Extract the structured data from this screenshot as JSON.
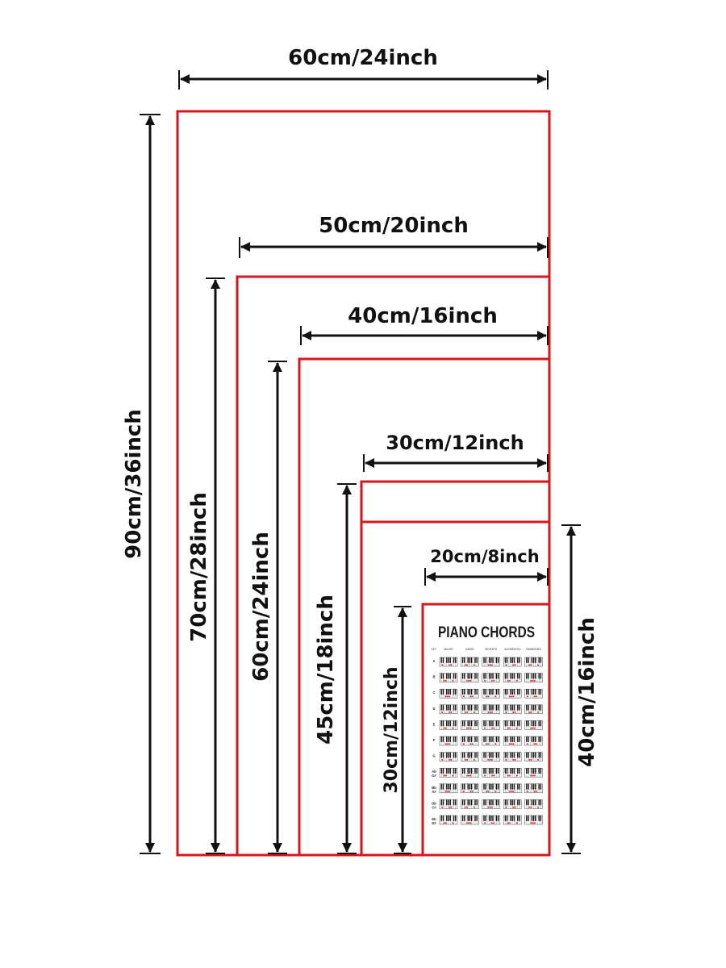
{
  "sizes": [
    {
      "id": "s90x60",
      "width_label": "60cm/24inch",
      "height_label": "90cm/36inch"
    },
    {
      "id": "s70x50",
      "width_label": "50cm/20inch",
      "height_label": "70cm/28inch"
    },
    {
      "id": "s60x40",
      "width_label": "40cm/16inch",
      "height_label": "60cm/24inch"
    },
    {
      "id": "s45x30",
      "width_label": "30cm/12inch",
      "height_label": "45cm/18inch"
    },
    {
      "id": "s40x30",
      "height_label": "40cm/16inch"
    },
    {
      "id": "s30x20",
      "width_label": "20cm/8inch",
      "height_label": "30cm/12inch"
    }
  ],
  "poster": {
    "title": "PIANO CHORDS",
    "column_headers": [
      "KEY",
      "MAJOR",
      "MINOR",
      "SEVENTH",
      "AUGMENTED",
      "DIMINISHED"
    ],
    "row_labels": [
      "A",
      "B",
      "C",
      "D",
      "E",
      "F",
      "G",
      "Ab G#",
      "Bb A#",
      "Db C#",
      "Eb D#"
    ]
  },
  "colors": {
    "frame": "#d8141c",
    "arrow": "#111111",
    "chord_mark": "#d8141c"
  }
}
